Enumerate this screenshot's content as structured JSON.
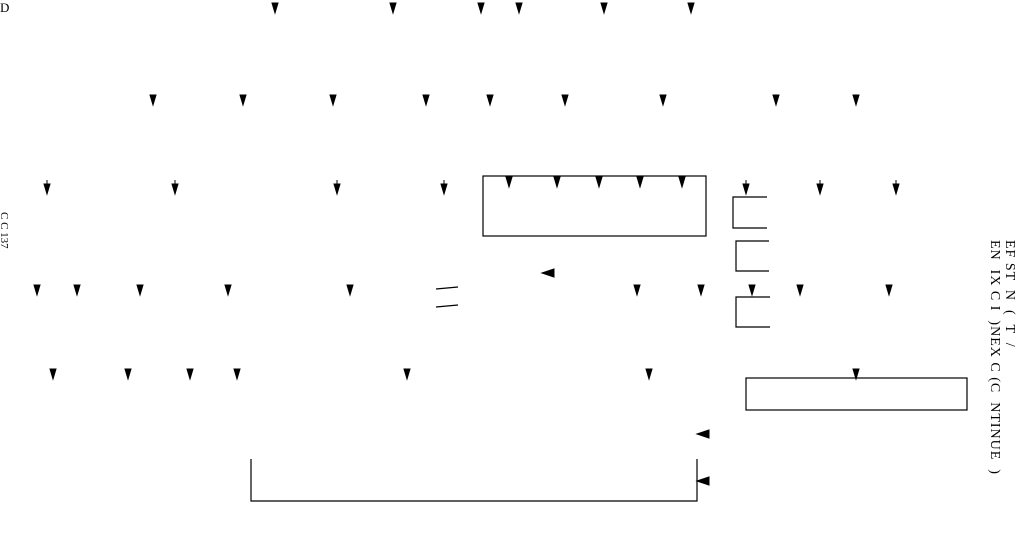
{
  "corner_label": "D",
  "side_code": "C C 137",
  "title_lines": [
    "EF ST  N  (  T  /",
    "EN  IX C I  )NEX C (C  NTINUE  )"
  ]
}
